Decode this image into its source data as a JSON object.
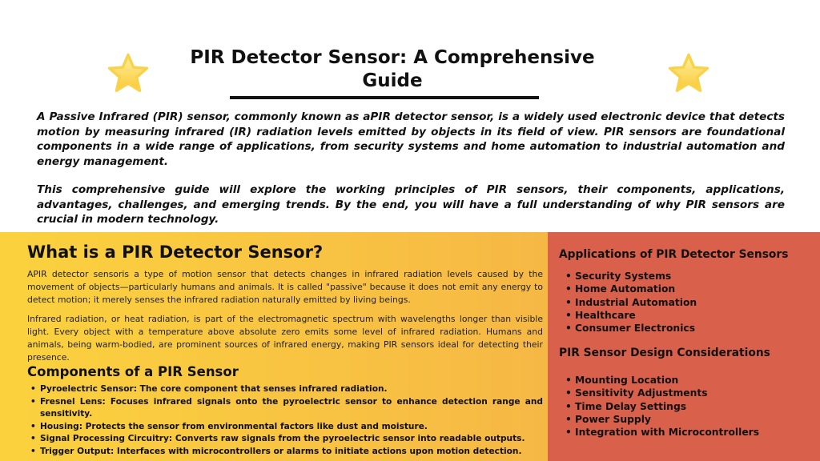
{
  "header": {
    "title": "PIR Detector Sensor: A Comprehensive Guide",
    "left_icon": "star-icon",
    "right_icon": "star-icon"
  },
  "intro": {
    "p1": "A Passive Infrared (PIR) sensor, commonly known as aPIR detector sensor, is a widely used electronic device that detects motion by measuring infrared (IR) radiation levels emitted by objects in its field of view. PIR sensors are foundational components in a wide range of applications, from security systems and home automation to industrial automation and energy management.",
    "p2": "This comprehensive guide will explore the working principles of PIR sensors, their components, applications, advantages, challenges, and emerging trends. By the end, you will have a full understanding of why PIR sensors are crucial in modern technology."
  },
  "what": {
    "heading": "What is a PIR Detector Sensor?",
    "p1": "APIR detector sensoris a type of motion sensor that detects changes in infrared radiation levels caused by the movement of objects—particularly humans and animals. It is called \"passive\" because it does not emit any energy to detect motion; it merely senses the infrared radiation naturally emitted by living beings.",
    "p2": "Infrared radiation, or heat radiation, is part of the electromagnetic spectrum with wavelengths longer than visible light. Every object with a temperature above absolute zero emits some level of infrared radiation. Humans and animals, being warm-bodied, are prominent sources of infrared energy, making PIR sensors ideal for detecting their presence."
  },
  "components": {
    "heading": "Components of a PIR Sensor",
    "items": [
      "Pyroelectric Sensor: The core component that senses infrared radiation.",
      "Fresnel Lens: Focuses infrared signals onto the pyroelectric sensor to enhance detection range and sensitivity.",
      "Housing: Protects the sensor from environmental factors like dust and moisture.",
      "Signal Processing Circuitry: Converts raw signals from the pyroelectric sensor into readable outputs.",
      "Trigger Output: Interfaces with microcontrollers or alarms to initiate actions upon motion detection."
    ]
  },
  "applications": {
    "heading": "Applications of PIR Detector Sensors",
    "items": [
      "Security Systems",
      "Home Automation",
      "Industrial Automation",
      "Healthcare",
      "Consumer Electronics"
    ]
  },
  "design": {
    "heading": "PIR Sensor Design Considerations",
    "items": [
      "Mounting Location",
      "Sensitivity Adjustments",
      "Time Delay Settings",
      "Power Supply",
      "Integration with Microcontrollers"
    ]
  },
  "colors": {
    "yellow_start": "#fbd23e",
    "yellow_end": "#f6b845",
    "red_panel": "#d9614b"
  }
}
